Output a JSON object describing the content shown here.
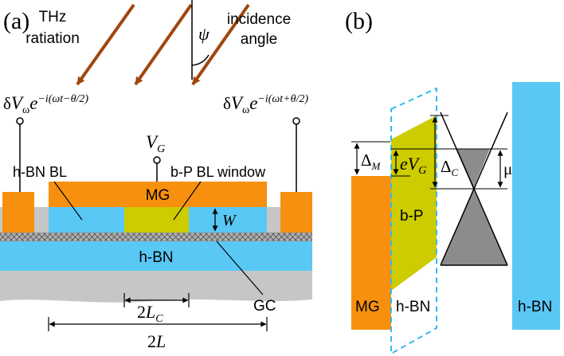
{
  "panels": {
    "a": "(a)",
    "b": "(b)"
  },
  "colors": {
    "orange": "#f7900f",
    "blue": "#5ac8f5",
    "yellow": "#cccc00",
    "gray": "#c6c6c6",
    "dark_gray": "#8c8c8c",
    "radiation": "#a0460f",
    "dashed": "#33bbee"
  },
  "radiation": {
    "label_line1": "THz",
    "label_line2": "ratiation"
  },
  "incidence": {
    "symbol": "ψ",
    "label_line1": "incidence",
    "label_line2": "angle"
  },
  "signals": {
    "left": {
      "delta": "δ",
      "V": "V",
      "sub": "ω",
      "e": "e",
      "exp": "−i(ωt−θ/2)"
    },
    "right": {
      "delta": "δ",
      "V": "V",
      "sub": "ω",
      "e": "e",
      "exp": "−i(ωt+θ/2)"
    }
  },
  "gate": {
    "V": "V",
    "sub": "G"
  },
  "labels": {
    "hbn_bl": "h-BN BL",
    "bp_bl_window": "b-P BL window",
    "mg": "MG",
    "hbn": "h-BN",
    "gc": "GC",
    "w": "W",
    "lc_2": "2",
    "lc_L": "L",
    "lc_sub": "C",
    "l_2": "2",
    "l_L": "L"
  },
  "band": {
    "delta_m": "Δ",
    "delta_m_sub": "M",
    "ev_e": "e",
    "ev_V": "V",
    "ev_sub": "G",
    "delta_c": "Δ",
    "delta_c_sub": "C",
    "mu": "μ",
    "bp": "b-P",
    "mg": "MG",
    "hbn_left": "h-BN",
    "hbn_right": "h-BN"
  }
}
